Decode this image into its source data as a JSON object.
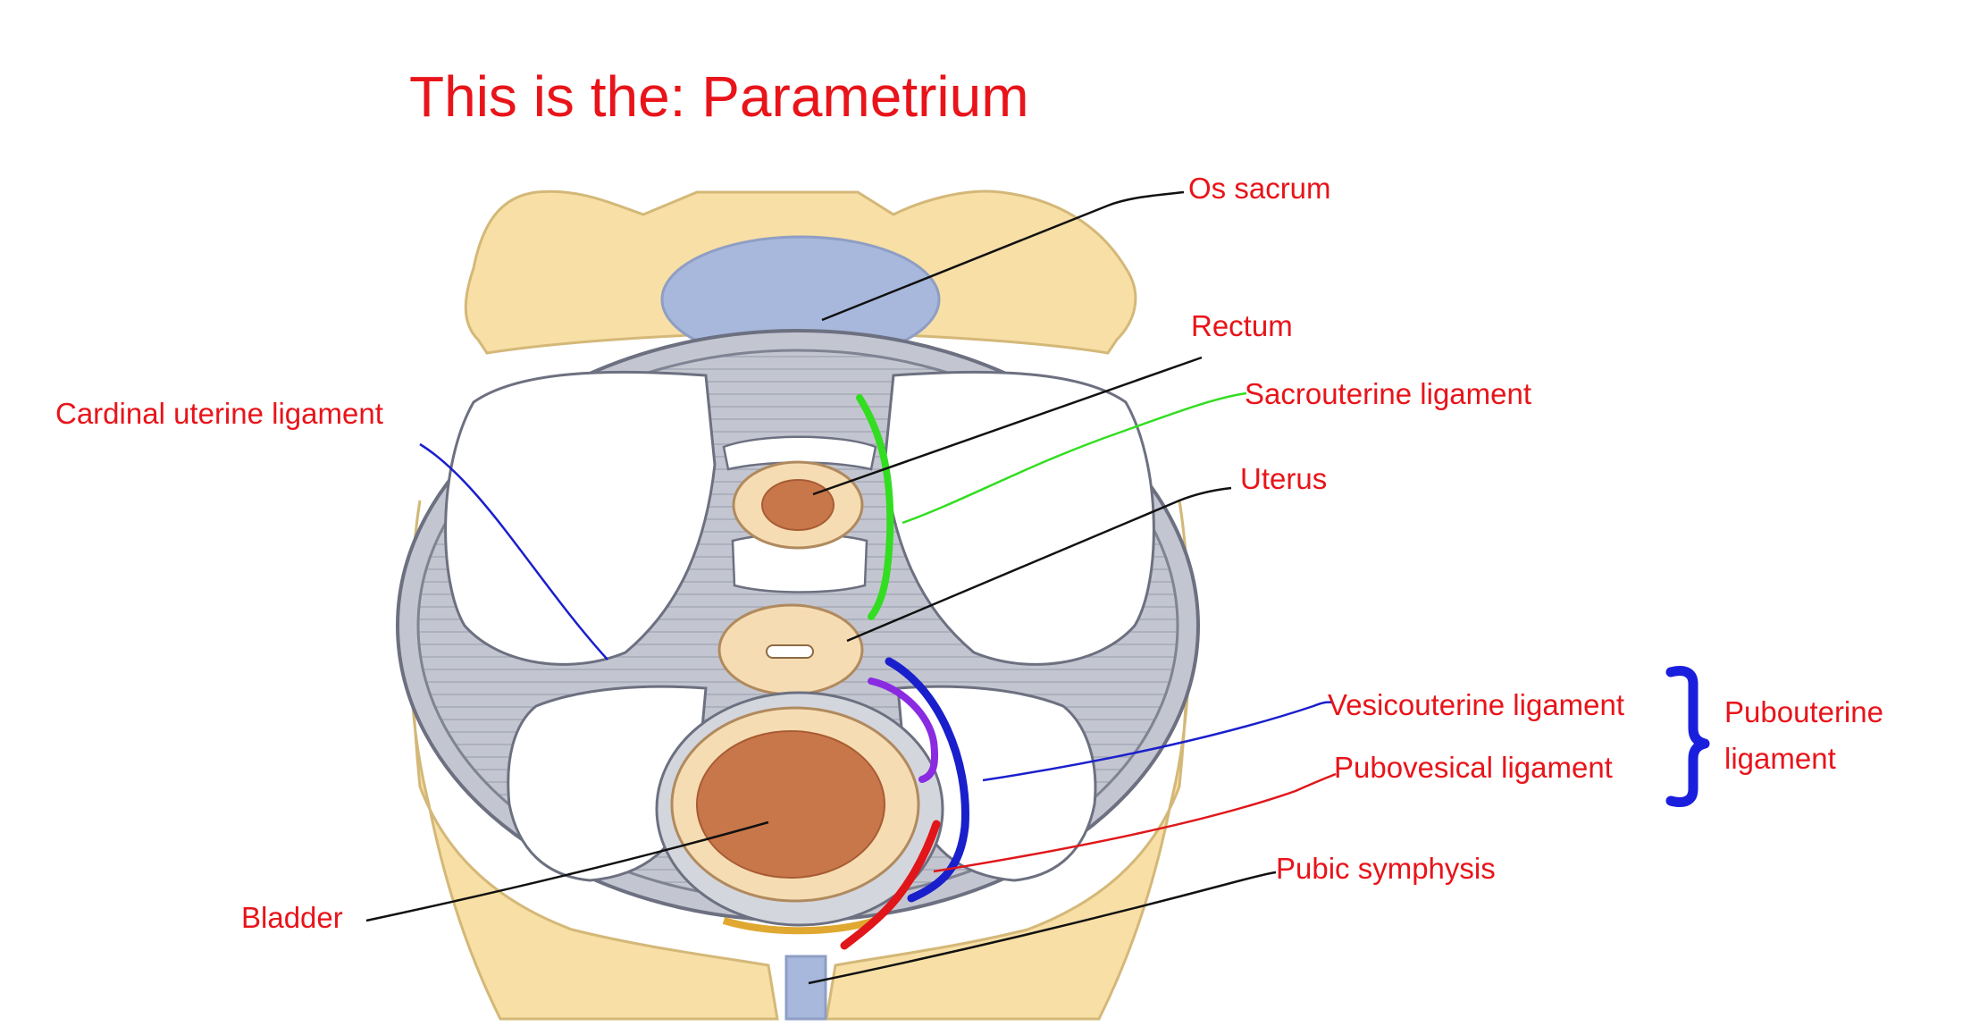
{
  "title": "This is the: Parametrium",
  "labels": {
    "os_sacrum": "Os sacrum",
    "rectum": "Rectum",
    "sacrouterine": "Sacrouterine ligament",
    "uterus": "Uterus",
    "cardinal": "Cardinal uterine ligament",
    "vesicouterine": "Vesicouterine ligament",
    "pubovesical": "Pubovesical ligament",
    "pubouterine_line1": "Pubouterine",
    "pubouterine_line2": "ligament",
    "pubic_symphysis": "Pubic symphysis",
    "bladder": "Bladder"
  },
  "colors": {
    "label_red": "#e8141a",
    "bone": "#f7dfa6",
    "bone_edge": "#d4b878",
    "sacrum_body": "#a7b8dc",
    "fascia": "#b8bcc8",
    "fascia_edge": "#6c7080",
    "organ_ring": "#f6dcb2",
    "organ_core": "#c8774a",
    "sacrouterine_line": "#33dd22",
    "vesicouterine_line": "#1a1fcc",
    "pubovesical_line": "#e0161a",
    "purple_line": "#8a2be2",
    "brace": "#1a1fdd",
    "leader_black": "#111111"
  }
}
